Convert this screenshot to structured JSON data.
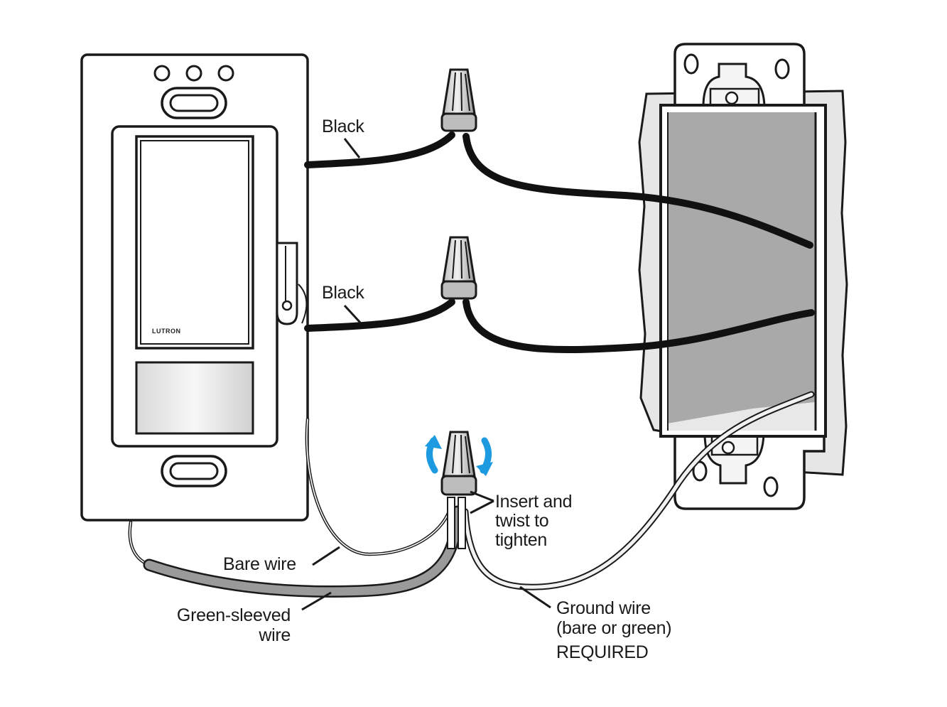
{
  "brand_logo": "LUTRON",
  "labels": {
    "black_top": "Black",
    "black_middle": "Black",
    "insert_line1": "Insert and",
    "insert_line2": "twist to",
    "insert_line3": "tighten",
    "bare_wire": "Bare wire",
    "green_sleeved_line1": "Green-sleeved",
    "green_sleeved_line2": "wire",
    "ground_line1": "Ground wire",
    "ground_line2": "(bare or green)",
    "ground_line3": "REQUIRED"
  },
  "colors": {
    "outline": "#1a1a1a",
    "wire_black": "#111111",
    "box_gray": "#a9a9a9",
    "green_sleeve": "#9a9a9a",
    "twist_arrow": "#1e9be0"
  },
  "icons": [
    "wire-nut-icon",
    "twist-arrow-icon"
  ]
}
